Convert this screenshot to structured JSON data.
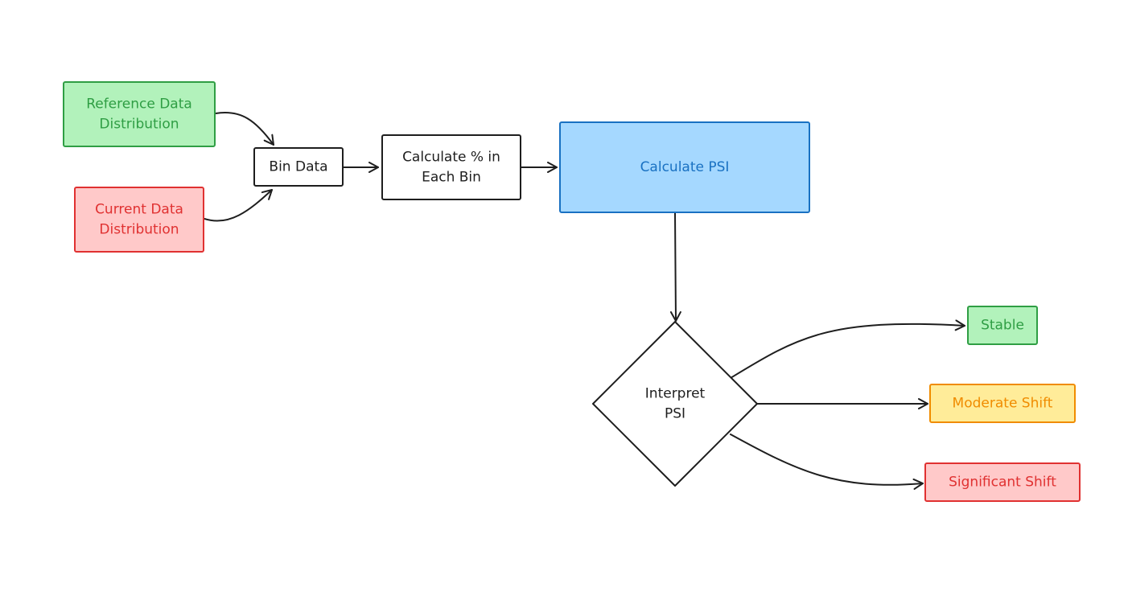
{
  "nodes": {
    "reference": {
      "lines": [
        "Reference Data",
        "Distribution"
      ],
      "color": "#2f9e44",
      "fill": "#b2f2bb"
    },
    "current": {
      "lines": [
        "Current Data",
        "Distribution"
      ],
      "color": "#e03131",
      "fill": "#ffc9c9"
    },
    "bin_data": {
      "lines": [
        "Bin Data"
      ],
      "color": "#1e1e1e",
      "fill": "#ffffff"
    },
    "calc_percent": {
      "lines": [
        "Calculate % in",
        "Each Bin"
      ],
      "color": "#1e1e1e",
      "fill": "#ffffff"
    },
    "calc_psi": {
      "lines": [
        "Calculate PSI"
      ],
      "color": "#1971c2",
      "fill": "#a5d8ff"
    },
    "interpret": {
      "lines": [
        "Interpret",
        "PSI"
      ],
      "color": "#1e1e1e",
      "fill": "#ffffff"
    },
    "stable": {
      "lines": [
        "Stable"
      ],
      "color": "#2f9e44",
      "fill": "#b2f2bb"
    },
    "moderate": {
      "lines": [
        "Moderate Shift"
      ],
      "color": "#f08c00",
      "fill": "#ffec99"
    },
    "significant": {
      "lines": [
        "Significant Shift"
      ],
      "color": "#e03131",
      "fill": "#ffc9c9"
    }
  },
  "edges": [
    {
      "from": "reference",
      "to": "bin_data"
    },
    {
      "from": "current",
      "to": "bin_data"
    },
    {
      "from": "bin_data",
      "to": "calc_percent"
    },
    {
      "from": "calc_percent",
      "to": "calc_psi"
    },
    {
      "from": "calc_psi",
      "to": "interpret"
    },
    {
      "from": "interpret",
      "to": "stable"
    },
    {
      "from": "interpret",
      "to": "moderate"
    },
    {
      "from": "interpret",
      "to": "significant"
    }
  ],
  "stroke_color": "#1e1e1e"
}
